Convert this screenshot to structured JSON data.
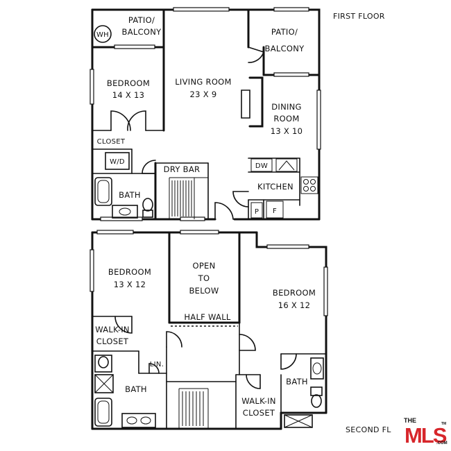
{
  "first_floor": {
    "title": "FIRST FLOOR",
    "wh": "WH",
    "patio_left": [
      "PATIO/",
      "BALCONY"
    ],
    "patio_right": [
      "PATIO/",
      "BALCONY"
    ],
    "bedroom": {
      "name": "BEDROOM",
      "size": "14 X 13"
    },
    "living_room": {
      "name": "LIVING ROOM",
      "size": "23 X 9"
    },
    "dining_room": {
      "name": [
        "DINING",
        "ROOM"
      ],
      "size": "13 X 10"
    },
    "closet": "CLOSET",
    "wd": "W/D",
    "dry_bar": "DRY BAR",
    "dw": "DW",
    "kitchen": "KITCHEN",
    "pantry": "P",
    "fridge": "F",
    "bath": "BATH"
  },
  "second_floor": {
    "title": "SECOND FL",
    "bedroom_left": {
      "name": "BEDROOM",
      "size": "13 X 12"
    },
    "open_to_below": [
      "OPEN",
      "TO",
      "BELOW"
    ],
    "half_wall": "HALF WALL",
    "bedroom_right": {
      "name": "BEDROOM",
      "size": "16 X 12"
    },
    "walkin_left": [
      "WALK-IN",
      "CLOSET"
    ],
    "linen": "LIN.",
    "bath_left": "BATH",
    "bath_right": "BATH",
    "walkin_right": [
      "WALK-IN",
      "CLOSET"
    ]
  },
  "logo": {
    "the": "THE",
    "mls": "MLS",
    "com": ".COM",
    "tm": "TM"
  },
  "colors": {
    "line": "#111111",
    "logo_red": "#d7262b",
    "logo_black": "#111111"
  }
}
